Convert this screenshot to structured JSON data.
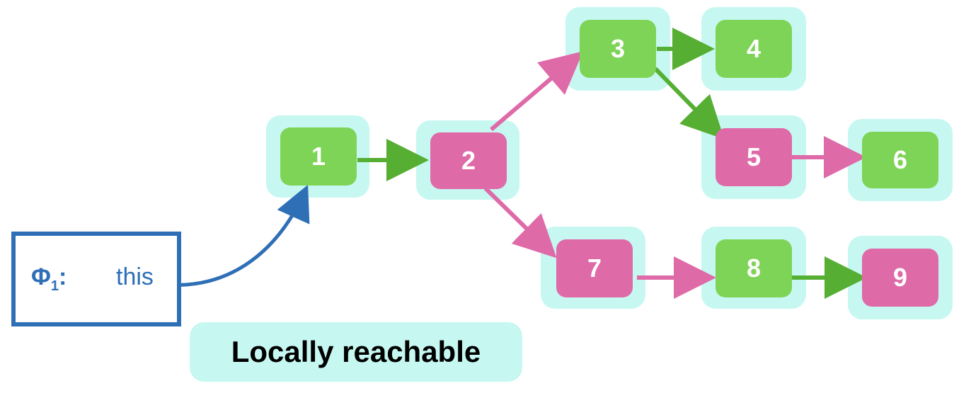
{
  "colors": {
    "halo": "#c6f8f1",
    "green": "#7ed456",
    "pink": "#df6aa8",
    "green_edge": "#56ae33",
    "pink_edge": "#df6aa8",
    "blue": "#2e6fb6"
  },
  "frame": {
    "phi_symbol": "Φ",
    "phi_subscript": "1",
    "phi_suffix": ":",
    "var_label": "this"
  },
  "legend": {
    "label": "Locally reachable"
  },
  "nodes": [
    {
      "id": "1",
      "label": "1",
      "color": "green"
    },
    {
      "id": "2",
      "label": "2",
      "color": "pink"
    },
    {
      "id": "3",
      "label": "3",
      "color": "green"
    },
    {
      "id": "4",
      "label": "4",
      "color": "green"
    },
    {
      "id": "5",
      "label": "5",
      "color": "pink"
    },
    {
      "id": "6",
      "label": "6",
      "color": "green"
    },
    {
      "id": "7",
      "label": "7",
      "color": "pink"
    },
    {
      "id": "8",
      "label": "8",
      "color": "green"
    },
    {
      "id": "9",
      "label": "9",
      "color": "pink"
    }
  ],
  "edges": [
    {
      "from": "1",
      "to": "2",
      "color": "green"
    },
    {
      "from": "2",
      "to": "3",
      "color": "pink"
    },
    {
      "from": "2",
      "to": "7",
      "color": "pink"
    },
    {
      "from": "3",
      "to": "4",
      "color": "green"
    },
    {
      "from": "3",
      "to": "5",
      "color": "green"
    },
    {
      "from": "5",
      "to": "6",
      "color": "pink"
    },
    {
      "from": "7",
      "to": "8",
      "color": "pink"
    },
    {
      "from": "8",
      "to": "9",
      "color": "green"
    },
    {
      "from": "this",
      "to": "1",
      "color": "blue"
    }
  ]
}
